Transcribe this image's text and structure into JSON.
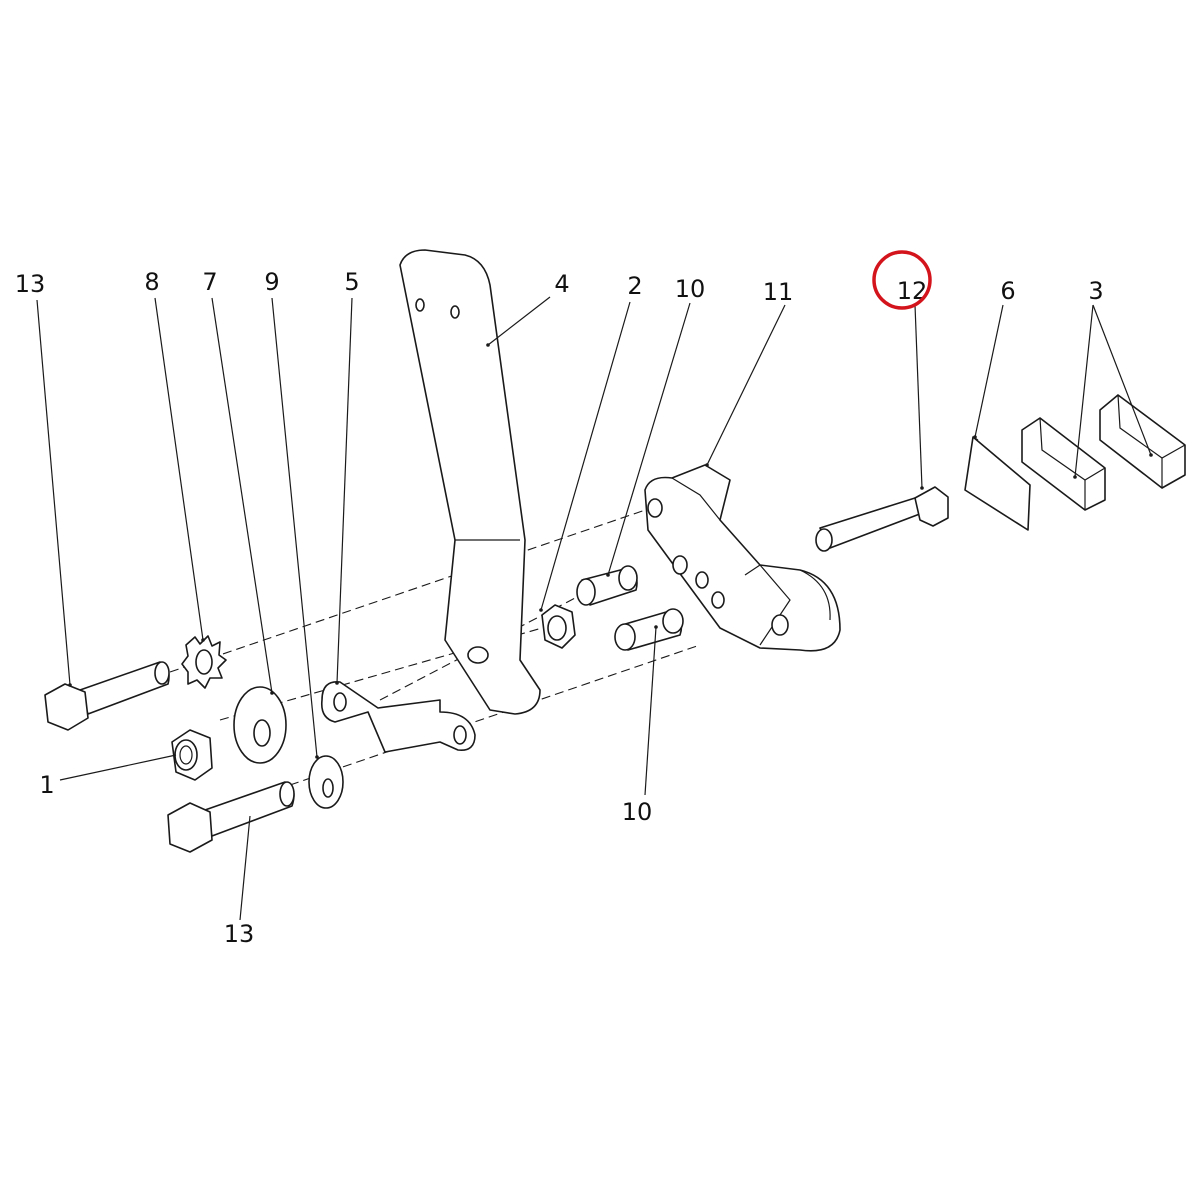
{
  "callouts": [
    {
      "id": "c13a",
      "text": "13"
    },
    {
      "id": "c8",
      "text": "8"
    },
    {
      "id": "c7",
      "text": "7"
    },
    {
      "id": "c9",
      "text": "9"
    },
    {
      "id": "c5",
      "text": "5"
    },
    {
      "id": "c4",
      "text": "4"
    },
    {
      "id": "c2",
      "text": "2"
    },
    {
      "id": "c10a",
      "text": "10"
    },
    {
      "id": "c11",
      "text": "11"
    },
    {
      "id": "c12",
      "text": "12"
    },
    {
      "id": "c6",
      "text": "6"
    },
    {
      "id": "c3",
      "text": "3"
    },
    {
      "id": "c1",
      "text": "1"
    },
    {
      "id": "c10b",
      "text": "10"
    },
    {
      "id": "c13b",
      "text": "13"
    }
  ],
  "highlight": {
    "target": "12",
    "color": "#d4141c"
  }
}
